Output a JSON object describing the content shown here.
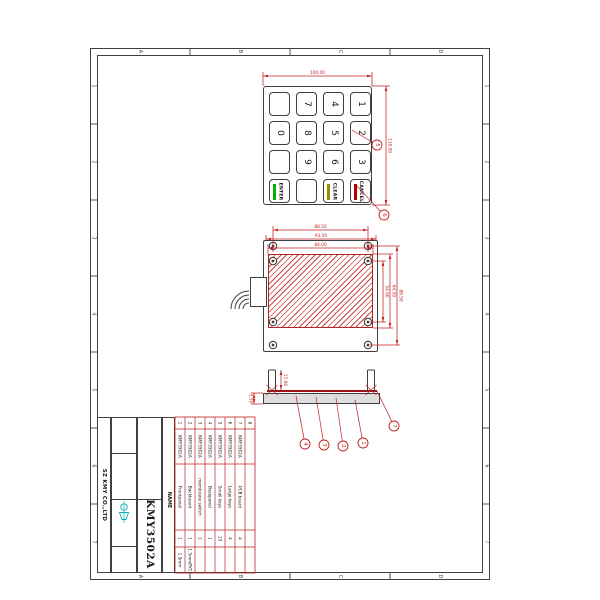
{
  "drawing": {
    "zones_h": [
      "A",
      "B",
      "C",
      "D"
    ],
    "zones_v": [
      "1",
      "2",
      "3",
      "4",
      "5",
      "6",
      "7"
    ],
    "keypad": {
      "keys": [
        [
          "",
          "7",
          "4",
          "1"
        ],
        [
          "0",
          "8",
          "5",
          "2"
        ],
        [
          "",
          "9",
          "6",
          "3"
        ],
        [
          "ENTER",
          "",
          "CLEAR",
          "CANCEL"
        ]
      ],
      "dim_top": "100.00",
      "dim_right": "110.00",
      "balloon_small_key": "5",
      "balloon_large_key": "6"
    },
    "key_bar_colors": {
      "ENTER": "#00b400",
      "CLEAR": "#8f9400",
      "CANCEL": "#b80000"
    },
    "back_view": {
      "dim_top_outer": "88.50",
      "dim_top_mid": "93.50",
      "dim_top_inner": "84.00",
      "dim_right_inner": "54.00",
      "dim_right_mid": "64.50",
      "dim_right_outer": "88.50"
    },
    "side_view": {
      "dim_thickness": "5.50",
      "dim_stud": "15.00",
      "balloons": [
        "4",
        "3",
        "2",
        "1",
        "7"
      ]
    },
    "title_block": {
      "company": "SZ KMY CO.,LTD",
      "part_number": "KMY3502A",
      "name_header": "NAME",
      "bom": [
        {
          "no": "1",
          "part": "KMY3502A",
          "name": "Frontpanel",
          "qty": "1",
          "remark": "1.5mm"
        },
        {
          "no": "2",
          "part": "KMY3502A",
          "name": "Backboard",
          "qty": "1",
          "remark": "1.5mmPVC"
        },
        {
          "no": "3",
          "part": "KMY3502A",
          "name": "membrane switch",
          "qty": "1",
          "remark": ""
        },
        {
          "no": "4",
          "part": "KMY3502A",
          "name": "Basepanel",
          "qty": "1",
          "remark": ""
        },
        {
          "no": "5",
          "part": "KMY3502A",
          "name": "Small keys",
          "qty": "13",
          "remark": ""
        },
        {
          "no": "6",
          "part": "KMY3502A",
          "name": "Large keys",
          "qty": "4",
          "remark": ""
        },
        {
          "no": "7",
          "part": "KMY3502A",
          "name": "PCB board",
          "qty": "4",
          "remark": ""
        },
        {
          "no": "8",
          "part": "",
          "name": "",
          "qty": "",
          "remark": ""
        }
      ]
    },
    "colors": {
      "ink": "#3f3f3f",
      "red": "#c22020",
      "cyan": "#00aebe"
    }
  }
}
